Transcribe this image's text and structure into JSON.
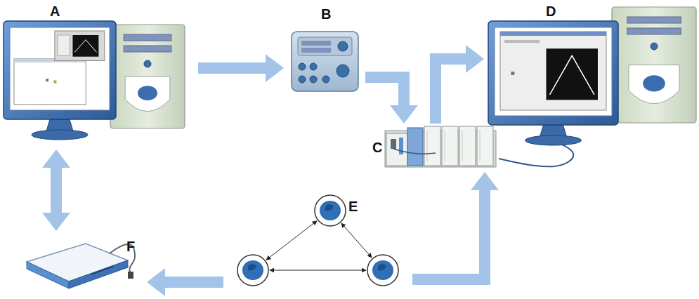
{
  "diagram": {
    "nodes": [
      {
        "text": [
          "A"
        ]
      },
      {
        "text": [
          "B"
        ]
      },
      {
        "text": [
          "C"
        ]
      },
      {
        "text": [
          "D"
        ]
      },
      {
        "text": [
          "E"
        ]
      },
      {
        "text": [
          "F"
        ]
      }
    ],
    "edges": [
      {
        "from": 0,
        "to": 1,
        "arrow": "to"
      },
      {
        "from": 1,
        "to": 2,
        "arrow": "to"
      },
      {
        "from": 2,
        "to": 3,
        "arrow": "to"
      },
      {
        "from": 3,
        "to": 2,
        "arrow": "none"
      },
      {
        "from": 4,
        "to": 2,
        "arrow": "to"
      },
      {
        "from": 4,
        "to": 5,
        "arrow": "to"
      },
      {
        "from": 0,
        "to": 5,
        "arrow": "both"
      }
    ]
  }
}
